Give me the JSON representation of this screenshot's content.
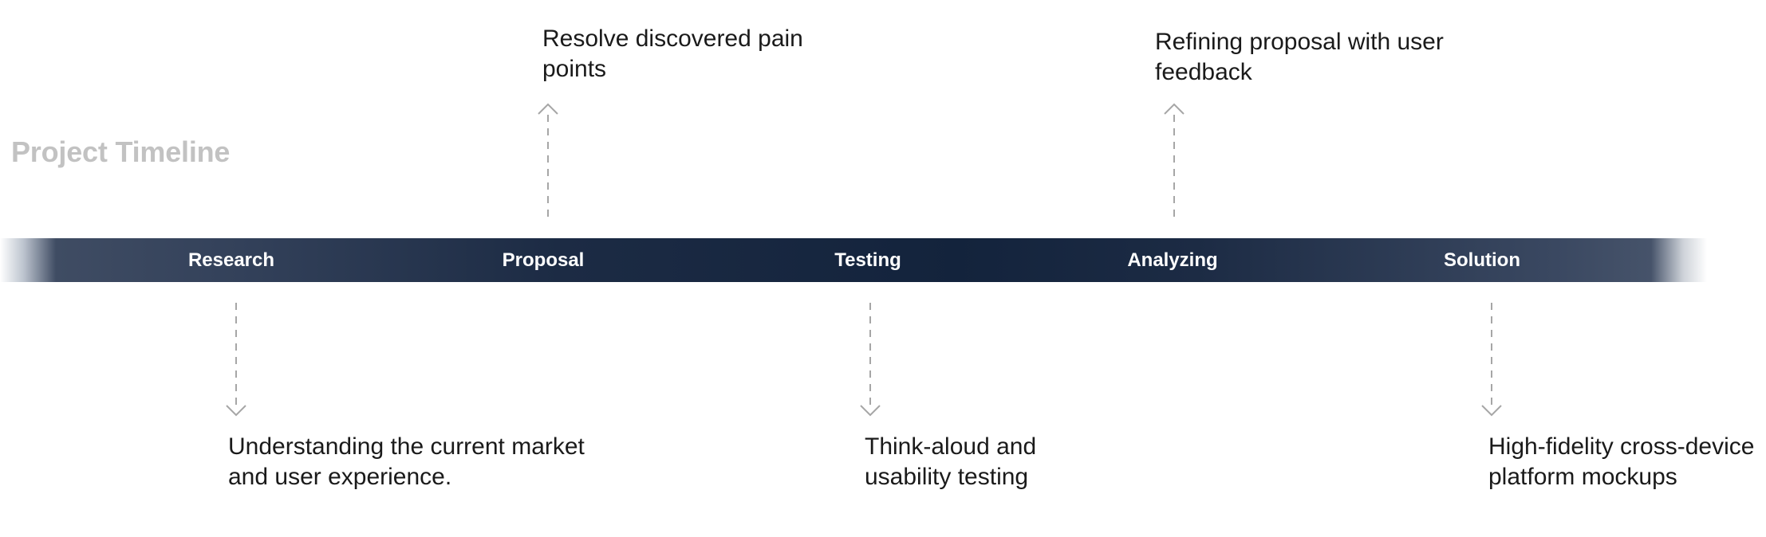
{
  "title": "Project Timeline",
  "stages": [
    {
      "label": "Research"
    },
    {
      "label": "Proposal"
    },
    {
      "label": "Testing"
    },
    {
      "label": "Analyzing"
    },
    {
      "label": "Solution"
    }
  ],
  "notes": {
    "research": [
      "Understanding the current market",
      "and user experience."
    ],
    "proposal": [
      "Resolve discovered pain",
      "points"
    ],
    "testing": [
      "Think-aloud and",
      "usability testing"
    ],
    "analyzing": [
      "Refining proposal with user",
      "feedback"
    ],
    "solution": [
      "High-fidelity cross-device",
      "platform mockups"
    ]
  },
  "colors": {
    "bar_dark": "#13233c",
    "bar_light": "#46536a",
    "title": "#c2c2c2",
    "arrow": "#a6a6a6"
  }
}
